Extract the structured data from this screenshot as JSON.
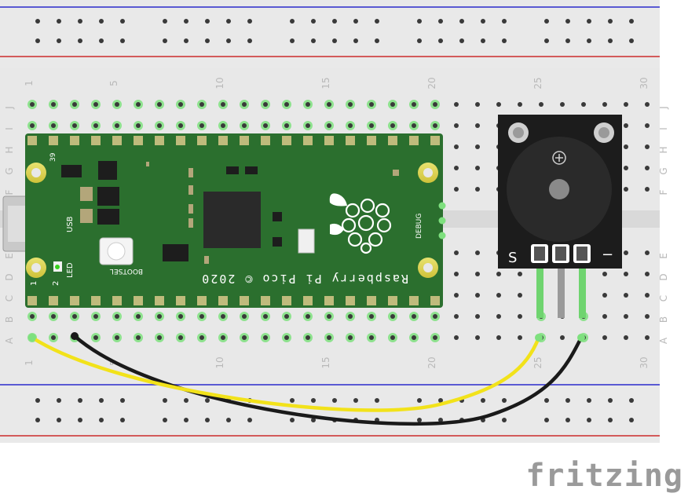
{
  "breadboard": {
    "columns": 30,
    "column_numbers": [
      "1",
      "5",
      "10",
      "15",
      "20",
      "25",
      "30"
    ],
    "rows_top": [
      "J",
      "I",
      "H",
      "G",
      "F"
    ],
    "rows_bottom": [
      "E",
      "D",
      "C",
      "B",
      "A"
    ],
    "colors": {
      "board": "#e8e8e8",
      "rail_line_blue": "#2a2acc",
      "rail_line_red": "#cc2a2a",
      "hole": "#3a3a3a",
      "highlight": "#7ee07e",
      "label": "#b9b9b9"
    }
  },
  "pico": {
    "brand_text": "Raspberry Pi Pico © 2020",
    "usb_label": "USB",
    "led_label": "LED",
    "bootsel_label": "BOOTSEL",
    "debug_label": "DEBUG",
    "pin_one": "1",
    "pin_two": "2",
    "pin_thirtynine": "39",
    "colors": {
      "pcb": "#2b6f2e",
      "pad": "#f2d11b"
    }
  },
  "buzzer_module": {
    "pin_labels": [
      "S",
      "",
      "−"
    ],
    "colors": {
      "body": "#1c1c1c"
    }
  },
  "wires": [
    {
      "name": "signal-wire",
      "color": "#f2e21a",
      "from": "A1",
      "to": "A25"
    },
    {
      "name": "ground-wire",
      "color": "#1a1a1a",
      "from": "A3",
      "to": "A27"
    }
  ],
  "logo": {
    "text": "fritzing"
  }
}
